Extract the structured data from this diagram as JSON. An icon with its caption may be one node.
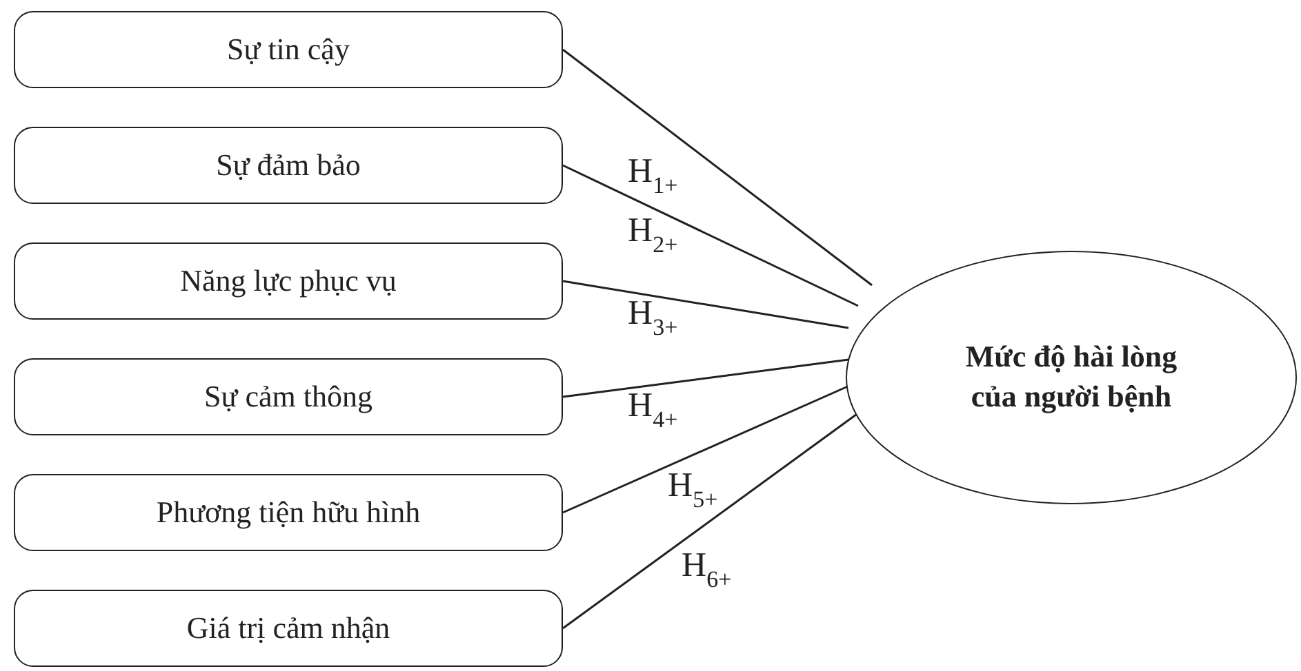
{
  "diagram": {
    "nodes": [
      {
        "text": [
          "Sự tin cậy"
        ]
      },
      {
        "text": [
          "Sự đảm bảo"
        ]
      },
      {
        "text": [
          "Năng lực phục vụ"
        ]
      },
      {
        "text": [
          "Sự cảm thông"
        ]
      },
      {
        "text": [
          "Phương tiện hữu hình"
        ]
      },
      {
        "text": [
          "Giá trị cảm nhận"
        ]
      },
      {
        "text": [
          "Mức độ hài lòng của người bệnh"
        ]
      }
    ],
    "edges": [
      {
        "from": 0,
        "to": 6,
        "arrow": "none",
        "label": "H$_{1+}$"
      },
      {
        "from": 1,
        "to": 6,
        "arrow": "none",
        "label": "H$_{2+}$"
      },
      {
        "from": 2,
        "to": 6,
        "arrow": "none",
        "label": "H$_{3+}$"
      },
      {
        "from": 3,
        "to": 6,
        "arrow": "none",
        "label": "H$_{4+}$"
      },
      {
        "from": 4,
        "to": 6,
        "arrow": "none",
        "label": "H$_{5+}$"
      },
      {
        "from": 5,
        "to": 6,
        "arrow": "none",
        "label": "H$_{6+}$"
      }
    ]
  }
}
